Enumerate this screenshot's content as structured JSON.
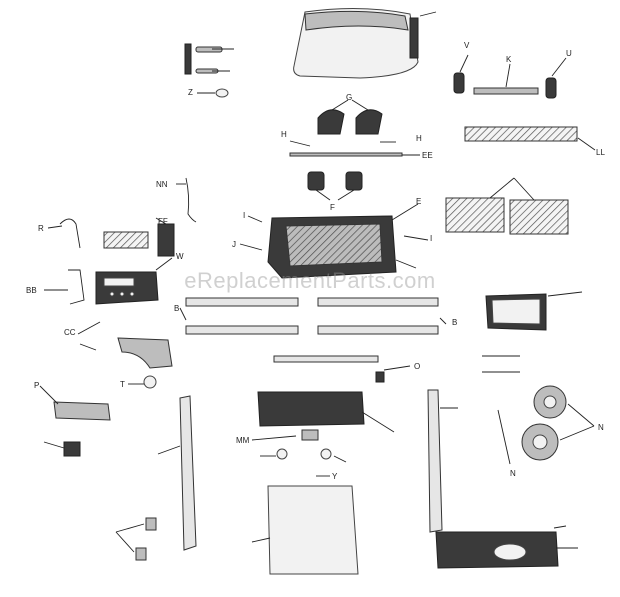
{
  "watermark": "eReplacementParts.com",
  "labels": {
    "v": "V",
    "k": "K",
    "u": "U",
    "z": "Z",
    "g": "G",
    "h1": "H",
    "h2": "H",
    "ll": "LL",
    "nn": "NN",
    "ee": "EE",
    "f": "F",
    "e": "E",
    "r": "R",
    "ff": "FF",
    "i1": "I",
    "i2": "I",
    "w": "W",
    "j": "J",
    "bb": "BB",
    "b1": "B",
    "b2": "B",
    "cc": "CC",
    "p": "P",
    "t": "T",
    "o": "O",
    "mm": "MM",
    "n1": "N",
    "n2": "N",
    "y": "Y"
  }
}
